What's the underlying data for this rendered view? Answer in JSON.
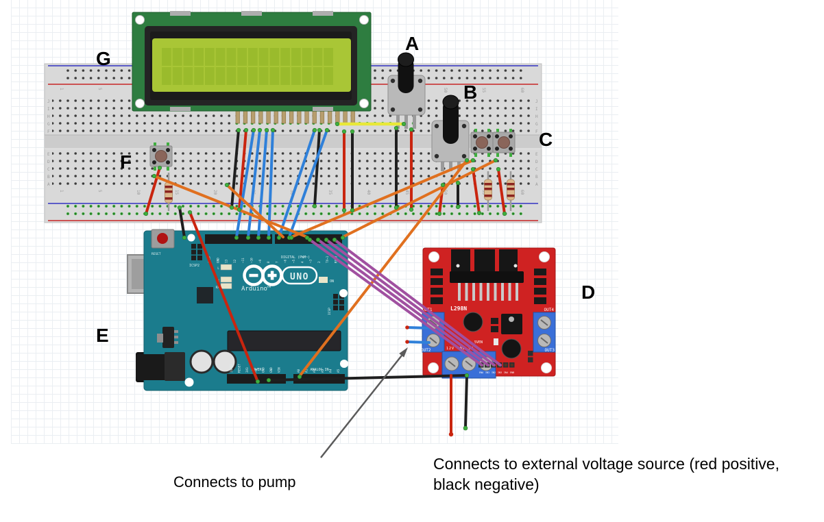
{
  "labels": {
    "a": "A",
    "b": "B",
    "c": "C",
    "d": "D",
    "e": "E",
    "f": "F",
    "g": "G"
  },
  "captions": {
    "pump": "Connects to pump",
    "external": "Connects to external voltage source (red positive, black negative)"
  },
  "breadboard": {
    "column_numbers": [
      "1",
      "5",
      "10",
      "15",
      "20",
      "25",
      "30",
      "35",
      "40",
      "45",
      "50",
      "55",
      "60"
    ],
    "row_letters_top": [
      "J",
      "I",
      "H",
      "G",
      "F"
    ],
    "row_letters_bottom": [
      "E",
      "D",
      "C",
      "B",
      "A"
    ]
  },
  "arduino": {
    "reset_label": "RESET",
    "icsp2_label": "ICSP2",
    "icsp_label": "ICSP",
    "digital_header": "DIGITAL (PWM~)",
    "logo_model": "UNO",
    "brand": "Arduino™",
    "on_label": "ON",
    "led_labels": [
      "L",
      "TX",
      "RX"
    ],
    "power_header": "POWER",
    "analog_header": "ANALOG IN",
    "digital_pins": [
      "AREF",
      "GND",
      "13",
      "12",
      "~11",
      "~10",
      "~9",
      "8",
      "7",
      "~6",
      "~5",
      "4",
      "~3",
      "2",
      "TX→1",
      "RX←0"
    ],
    "power_pins": [
      "IOREF",
      "RESET",
      "3V3",
      "5V",
      "GND",
      "GND",
      "VIN"
    ],
    "analog_pins": [
      "A0",
      "A1",
      "A2",
      "A3",
      "A4",
      "A5"
    ]
  },
  "l298n": {
    "chip_label": "L298N",
    "out1": "OUT1",
    "out2": "OUT2",
    "out3": "OUT3",
    "out4": "OUT4",
    "power_terminal": "12V GND 5V",
    "enable_label": "5VEN",
    "header_pins": [
      "ENA",
      "IN1",
      "IN2",
      "IN3",
      "IN4",
      "ENB"
    ]
  },
  "palette": {
    "lcd_green": "#2e7d40",
    "lcd_bezel": "#242424",
    "lcd_screen": "#a9c636",
    "lcd_cell": "#9abb2c",
    "breadboard": "#d9d9d9",
    "channel": "#cccccc",
    "rail_blue": "#5c5cc8",
    "rail_red": "#cc5252",
    "arduino_teal": "#1b7c8d",
    "l298n_red": "#cf2222",
    "terminal_blue": "#3a6fd8",
    "wire_black": "#1f1f1f",
    "wire_red": "#c9250f",
    "wire_blue": "#2f80d9",
    "wire_orange": "#e0701f",
    "wire_purple": "#a050a0",
    "wire_yellow": "#e8e838",
    "arrow_gray": "#5a5a5a",
    "hole_green": "#3fae3f",
    "resistor_body": "#dcb98c"
  }
}
